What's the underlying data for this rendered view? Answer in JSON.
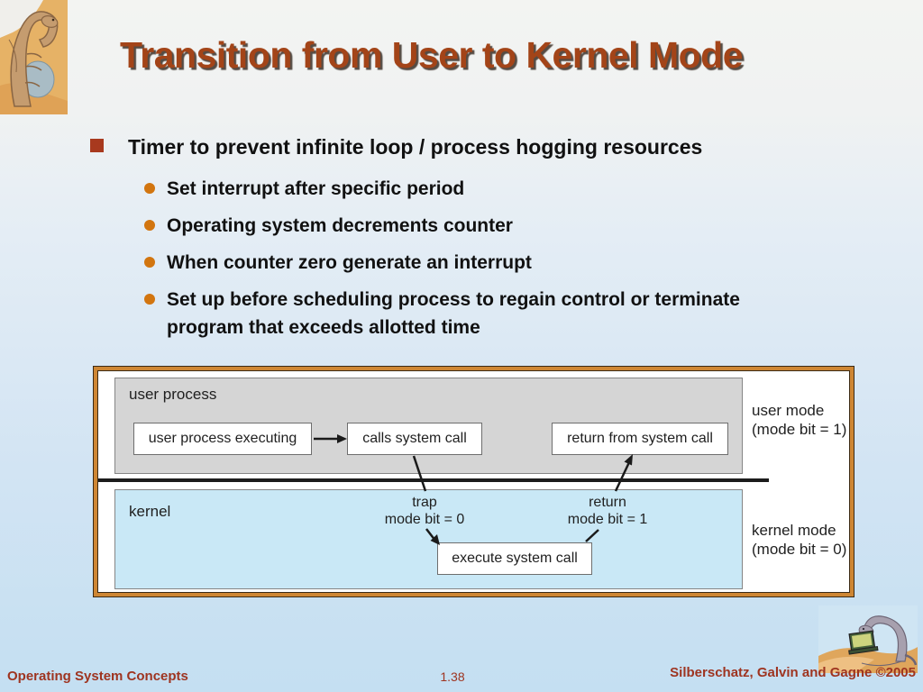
{
  "slide": {
    "title": "Transition from User to Kernel Mode",
    "bullets": {
      "main": "Timer to prevent infinite loop / process hogging resources",
      "sub": [
        "Set interrupt after specific period",
        "Operating system decrements counter",
        "When counter zero generate an interrupt",
        "Set up before scheduling process to regain control or terminate program that exceeds allotted time"
      ]
    },
    "figure": {
      "user_process_label": "user process",
      "kernel_label": "kernel",
      "boxes": {
        "executing": "user process executing",
        "calls": "calls system call",
        "return_from": "return from system call",
        "execute": "execute system call"
      },
      "trap": {
        "line1": "trap",
        "line2": "mode bit = 0"
      },
      "ret": {
        "line1": "return",
        "line2": "mode bit = 1"
      },
      "user_mode": {
        "line1": "user mode",
        "line2": "(mode bit = 1)"
      },
      "kernel_mode": {
        "line1": "kernel mode",
        "line2": "(mode bit = 0)"
      }
    },
    "footer": {
      "book": "Operating System Concepts",
      "page": "1.38",
      "authors": "Silberschatz, Galvin and Gagne ©2005"
    },
    "colors": {
      "title": "#A34418",
      "bullet_square": "#A8391E",
      "bullet_circle": "#D2750F",
      "frame_orange": "#CE8633",
      "user_band_fill": "#D5D5D5",
      "kernel_band_fill": "#C9E8F6",
      "footer_text": "#9E3420",
      "background_bottom": "#C4DFF2"
    },
    "icons": {
      "top_left": "dinosaur-logo-icon",
      "bottom_right": "dinosaur-laptop-icon"
    }
  }
}
